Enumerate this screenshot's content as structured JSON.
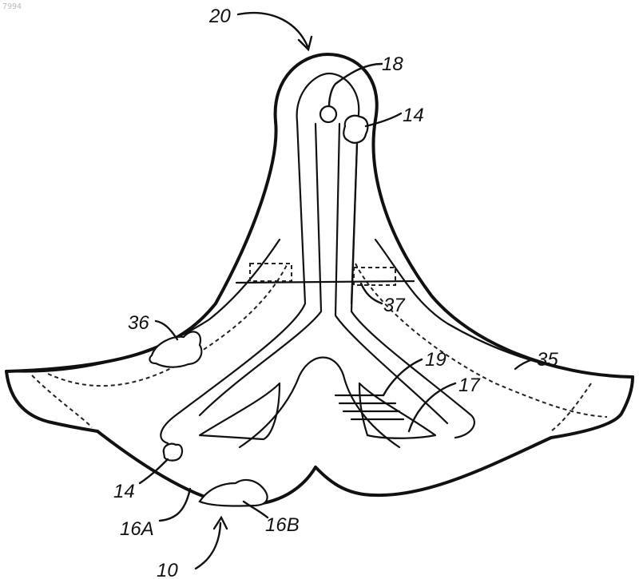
{
  "corner_text": "7994",
  "labels": {
    "l20": "20",
    "l18": "18",
    "l14a": "14",
    "l36": "36",
    "l37": "37",
    "l35": "35",
    "l19": "19",
    "l17": "17",
    "l14b": "14",
    "l16a": "16A",
    "l16b": "16B",
    "l10": "10"
  }
}
